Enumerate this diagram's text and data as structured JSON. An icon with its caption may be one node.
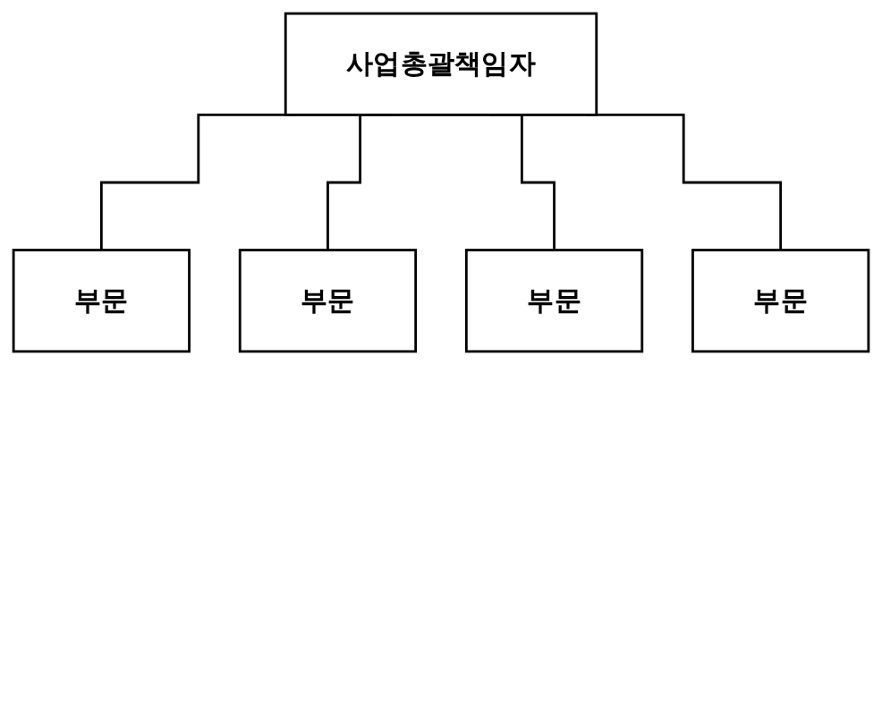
{
  "diagram": {
    "nodes": [
      {
        "text": [
          "사업총괄책임자"
        ]
      },
      {
        "text": [
          "부문"
        ]
      },
      {
        "text": [
          "부문"
        ]
      },
      {
        "text": [
          "부문"
        ]
      },
      {
        "text": [
          "부문"
        ]
      }
    ],
    "edges": [
      {
        "from": 0,
        "to": 1,
        "arrow": "none"
      },
      {
        "from": 0,
        "to": 2,
        "arrow": "none"
      },
      {
        "from": 0,
        "to": 3,
        "arrow": "none"
      },
      {
        "from": 0,
        "to": 4,
        "arrow": "none"
      }
    ]
  }
}
